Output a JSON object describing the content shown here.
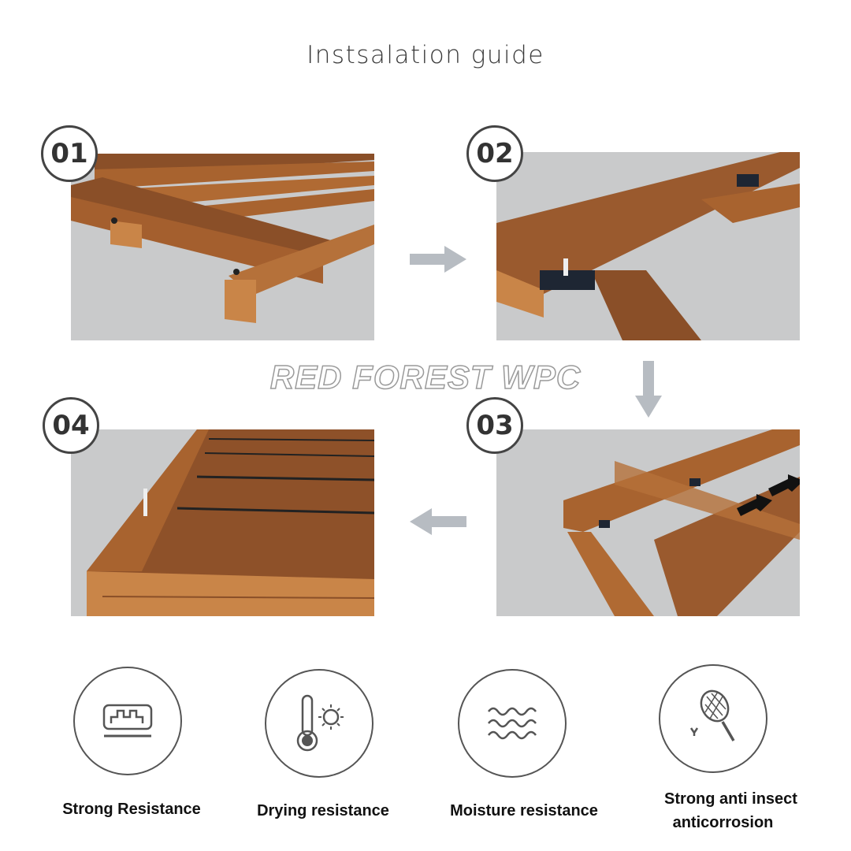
{
  "title": "Instsalation guide",
  "steps": [
    {
      "number": "01"
    },
    {
      "number": "02"
    },
    {
      "number": "03"
    },
    {
      "number": "04"
    }
  ],
  "watermark": "RED FOREST WPC",
  "features": [
    {
      "label": "Strong Resistance",
      "icon": "board-compression-icon"
    },
    {
      "label": "Drying resistance",
      "icon": "thermometer-sun-icon"
    },
    {
      "label": "Moisture resistance",
      "icon": "waves-icon"
    },
    {
      "label_line1": "Strong anti insect",
      "label_line2": "anticorrosion",
      "icon": "insect-net-icon"
    }
  ],
  "colors": {
    "wood": "#9a5a2e",
    "wood_light": "#c98548",
    "panel_bg": "#c9cacb",
    "arrow": "#b7bcc2"
  }
}
